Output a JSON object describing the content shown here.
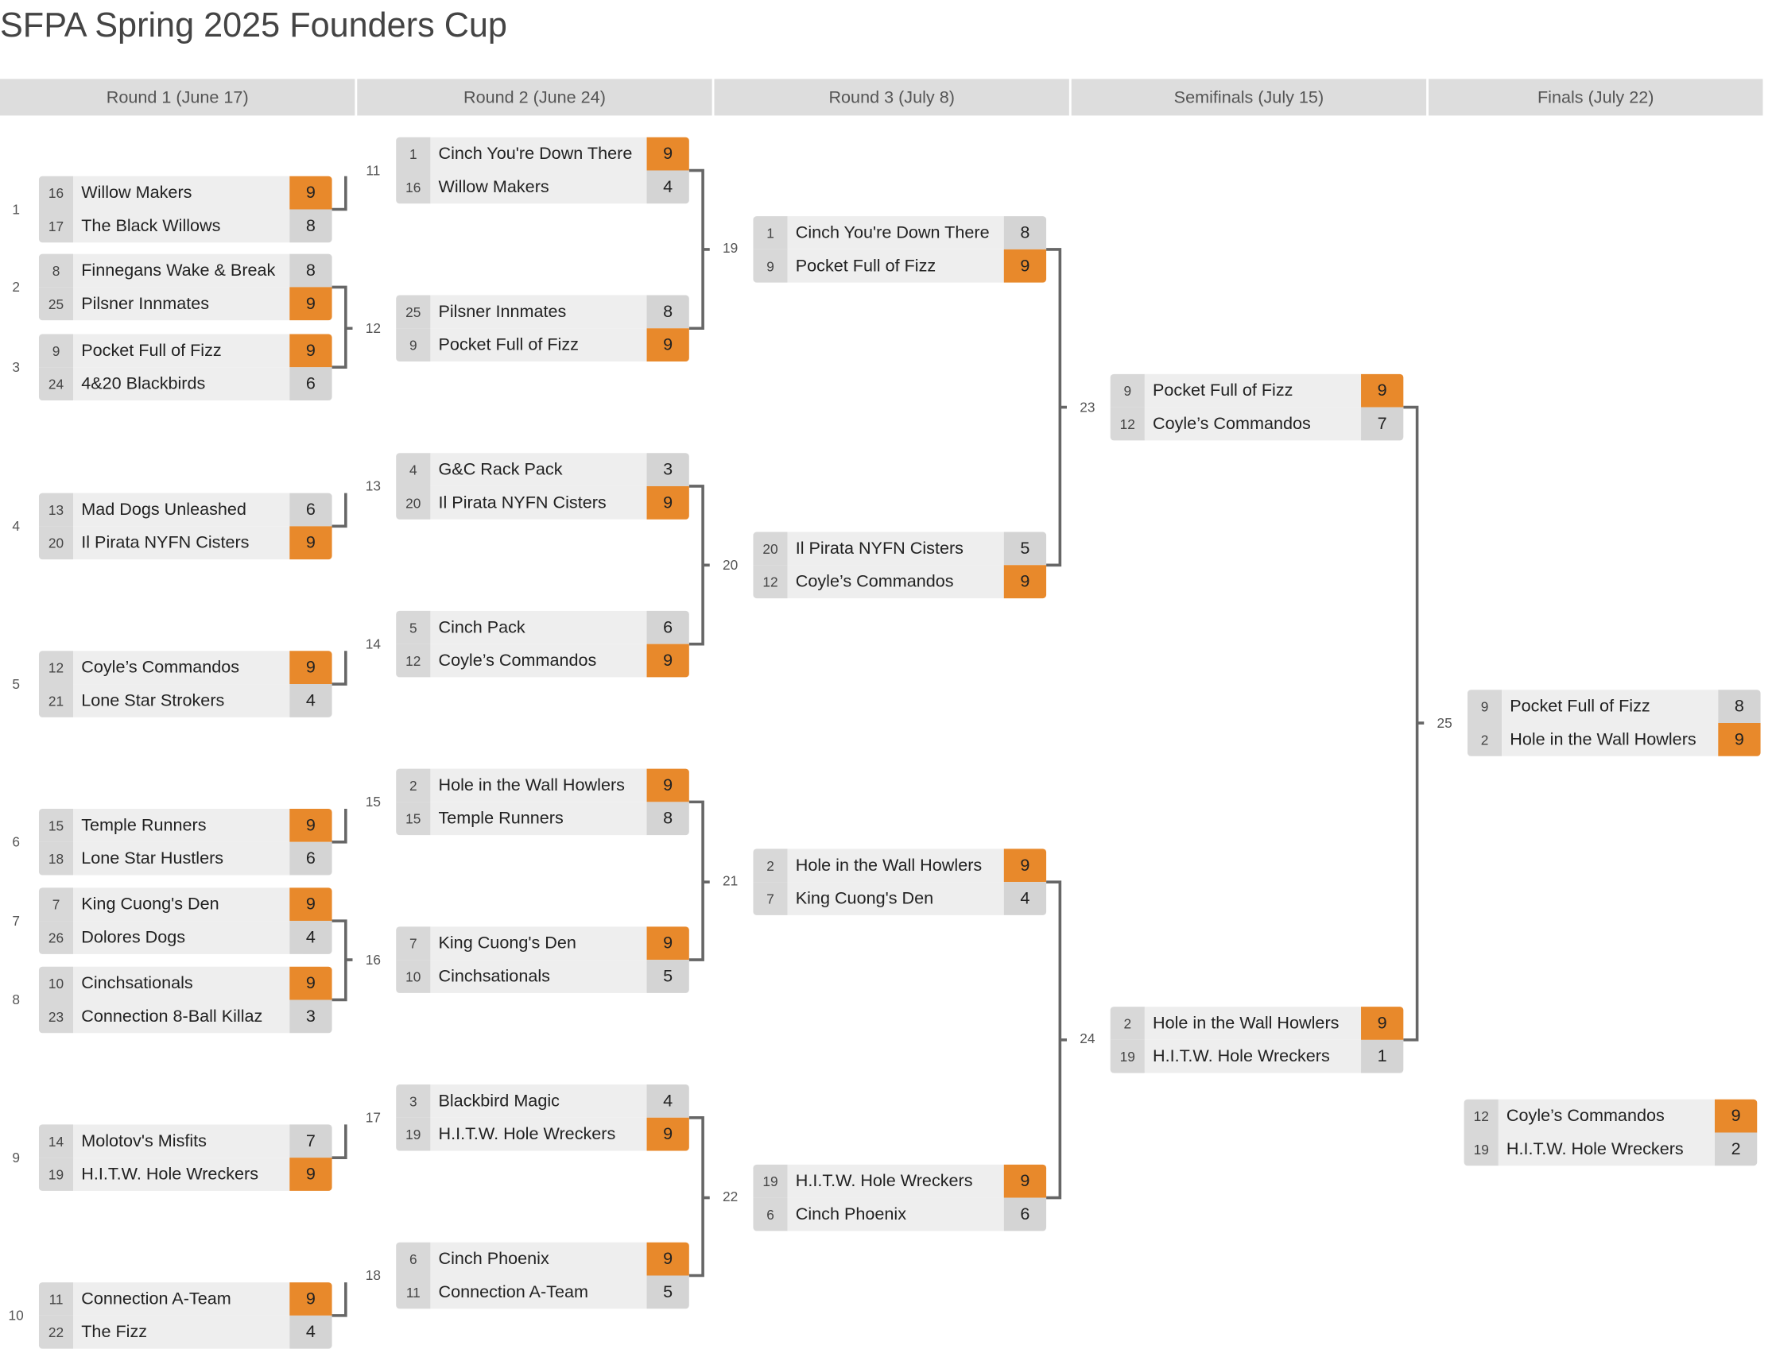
{
  "title": "SFPA Spring 2025 Founders Cup",
  "rounds": [
    "Round 1 (June 17)",
    "Round 2 (June 24)",
    "Round 3 (July 8)",
    "Semifinals (July 15)",
    "Finals (July 22)"
  ],
  "colors": {
    "winner": "#e8892b",
    "connector": "#666666",
    "header_bg": "#dddddd"
  },
  "matches": [
    {
      "num": "1",
      "teams": [
        {
          "seed": "16",
          "name": "Willow Makers",
          "score": "9",
          "win": true
        },
        {
          "seed": "17",
          "name": "The Black Willows",
          "score": "8",
          "win": false
        }
      ]
    },
    {
      "num": "2",
      "teams": [
        {
          "seed": "8",
          "name": "Finnegans Wake & Break",
          "score": "8",
          "win": false
        },
        {
          "seed": "25",
          "name": "Pilsner Innmates",
          "score": "9",
          "win": true
        }
      ]
    },
    {
      "num": "3",
      "teams": [
        {
          "seed": "9",
          "name": "Pocket Full of Fizz",
          "score": "9",
          "win": true
        },
        {
          "seed": "24",
          "name": "4&20 Blackbirds",
          "score": "6",
          "win": false
        }
      ]
    },
    {
      "num": "4",
      "teams": [
        {
          "seed": "13",
          "name": "Mad Dogs Unleashed",
          "score": "6",
          "win": false
        },
        {
          "seed": "20",
          "name": "Il Pirata NYFN Cisters",
          "score": "9",
          "win": true
        }
      ]
    },
    {
      "num": "5",
      "teams": [
        {
          "seed": "12",
          "name": "Coyle’s Commandos",
          "score": "9",
          "win": true
        },
        {
          "seed": "21",
          "name": "Lone Star Strokers",
          "score": "4",
          "win": false
        }
      ]
    },
    {
      "num": "6",
      "teams": [
        {
          "seed": "15",
          "name": "Temple Runners",
          "score": "9",
          "win": true
        },
        {
          "seed": "18",
          "name": "Lone Star Hustlers",
          "score": "6",
          "win": false
        }
      ]
    },
    {
      "num": "7",
      "teams": [
        {
          "seed": "7",
          "name": "King Cuong's Den",
          "score": "9",
          "win": true
        },
        {
          "seed": "26",
          "name": "Dolores Dogs",
          "score": "4",
          "win": false
        }
      ]
    },
    {
      "num": "8",
      "teams": [
        {
          "seed": "10",
          "name": "Cinchsationals",
          "score": "9",
          "win": true
        },
        {
          "seed": "23",
          "name": "Connection 8-Ball Killaz",
          "score": "3",
          "win": false
        }
      ]
    },
    {
      "num": "9",
      "teams": [
        {
          "seed": "14",
          "name": "Molotov's Misfits",
          "score": "7",
          "win": false
        },
        {
          "seed": "19",
          "name": "H.I.T.W. Hole Wreckers",
          "score": "9",
          "win": true
        }
      ]
    },
    {
      "num": "10",
      "teams": [
        {
          "seed": "11",
          "name": "Connection A-Team",
          "score": "9",
          "win": true
        },
        {
          "seed": "22",
          "name": "The Fizz",
          "score": "4",
          "win": false
        }
      ]
    },
    {
      "num": "11",
      "teams": [
        {
          "seed": "1",
          "name": "Cinch You're Down There",
          "score": "9",
          "win": true
        },
        {
          "seed": "16",
          "name": "Willow Makers",
          "score": "4",
          "win": false
        }
      ]
    },
    {
      "num": "12",
      "teams": [
        {
          "seed": "25",
          "name": "Pilsner Innmates",
          "score": "8",
          "win": false
        },
        {
          "seed": "9",
          "name": "Pocket Full of Fizz",
          "score": "9",
          "win": true
        }
      ]
    },
    {
      "num": "13",
      "teams": [
        {
          "seed": "4",
          "name": "G&C Rack Pack",
          "score": "3",
          "win": false
        },
        {
          "seed": "20",
          "name": "Il Pirata NYFN Cisters",
          "score": "9",
          "win": true
        }
      ]
    },
    {
      "num": "14",
      "teams": [
        {
          "seed": "5",
          "name": "Cinch Pack",
          "score": "6",
          "win": false
        },
        {
          "seed": "12",
          "name": "Coyle’s Commandos",
          "score": "9",
          "win": true
        }
      ]
    },
    {
      "num": "15",
      "teams": [
        {
          "seed": "2",
          "name": "Hole in the Wall Howlers",
          "score": "9",
          "win": true
        },
        {
          "seed": "15",
          "name": "Temple Runners",
          "score": "8",
          "win": false
        }
      ]
    },
    {
      "num": "16",
      "teams": [
        {
          "seed": "7",
          "name": "King Cuong's Den",
          "score": "9",
          "win": true
        },
        {
          "seed": "10",
          "name": "Cinchsationals",
          "score": "5",
          "win": false
        }
      ]
    },
    {
      "num": "17",
      "teams": [
        {
          "seed": "3",
          "name": "Blackbird Magic",
          "score": "4",
          "win": false
        },
        {
          "seed": "19",
          "name": "H.I.T.W. Hole Wreckers",
          "score": "9",
          "win": true
        }
      ]
    },
    {
      "num": "18",
      "teams": [
        {
          "seed": "6",
          "name": "Cinch Phoenix",
          "score": "9",
          "win": true
        },
        {
          "seed": "11",
          "name": "Connection A-Team",
          "score": "5",
          "win": false
        }
      ]
    },
    {
      "num": "19",
      "teams": [
        {
          "seed": "1",
          "name": "Cinch You're Down There",
          "score": "8",
          "win": false
        },
        {
          "seed": "9",
          "name": "Pocket Full of Fizz",
          "score": "9",
          "win": true
        }
      ]
    },
    {
      "num": "20",
      "teams": [
        {
          "seed": "20",
          "name": "Il Pirata NYFN Cisters",
          "score": "5",
          "win": false
        },
        {
          "seed": "12",
          "name": "Coyle’s Commandos",
          "score": "9",
          "win": true
        }
      ]
    },
    {
      "num": "21",
      "teams": [
        {
          "seed": "2",
          "name": "Hole in the Wall Howlers",
          "score": "9",
          "win": true
        },
        {
          "seed": "7",
          "name": "King Cuong's Den",
          "score": "4",
          "win": false
        }
      ]
    },
    {
      "num": "22",
      "teams": [
        {
          "seed": "19",
          "name": "H.I.T.W. Hole Wreckers",
          "score": "9",
          "win": true
        },
        {
          "seed": "6",
          "name": "Cinch Phoenix",
          "score": "6",
          "win": false
        }
      ]
    },
    {
      "num": "23",
      "teams": [
        {
          "seed": "9",
          "name": "Pocket Full of Fizz",
          "score": "9",
          "win": true
        },
        {
          "seed": "12",
          "name": "Coyle’s Commandos",
          "score": "7",
          "win": false
        }
      ]
    },
    {
      "num": "24",
      "teams": [
        {
          "seed": "2",
          "name": "Hole in the Wall Howlers",
          "score": "9",
          "win": true
        },
        {
          "seed": "19",
          "name": "H.I.T.W. Hole Wreckers",
          "score": "1",
          "win": false
        }
      ]
    },
    {
      "num": "25",
      "teams": [
        {
          "seed": "9",
          "name": "Pocket Full of Fizz",
          "score": "8",
          "win": false
        },
        {
          "seed": "2",
          "name": "Hole in the Wall Howlers",
          "score": "9",
          "win": true
        }
      ]
    },
    {
      "num": "",
      "teams": [
        {
          "seed": "12",
          "name": "Coyle’s Commandos",
          "score": "9",
          "win": true
        },
        {
          "seed": "19",
          "name": "H.I.T.W. Hole Wreckers",
          "score": "2",
          "win": false
        }
      ]
    }
  ]
}
